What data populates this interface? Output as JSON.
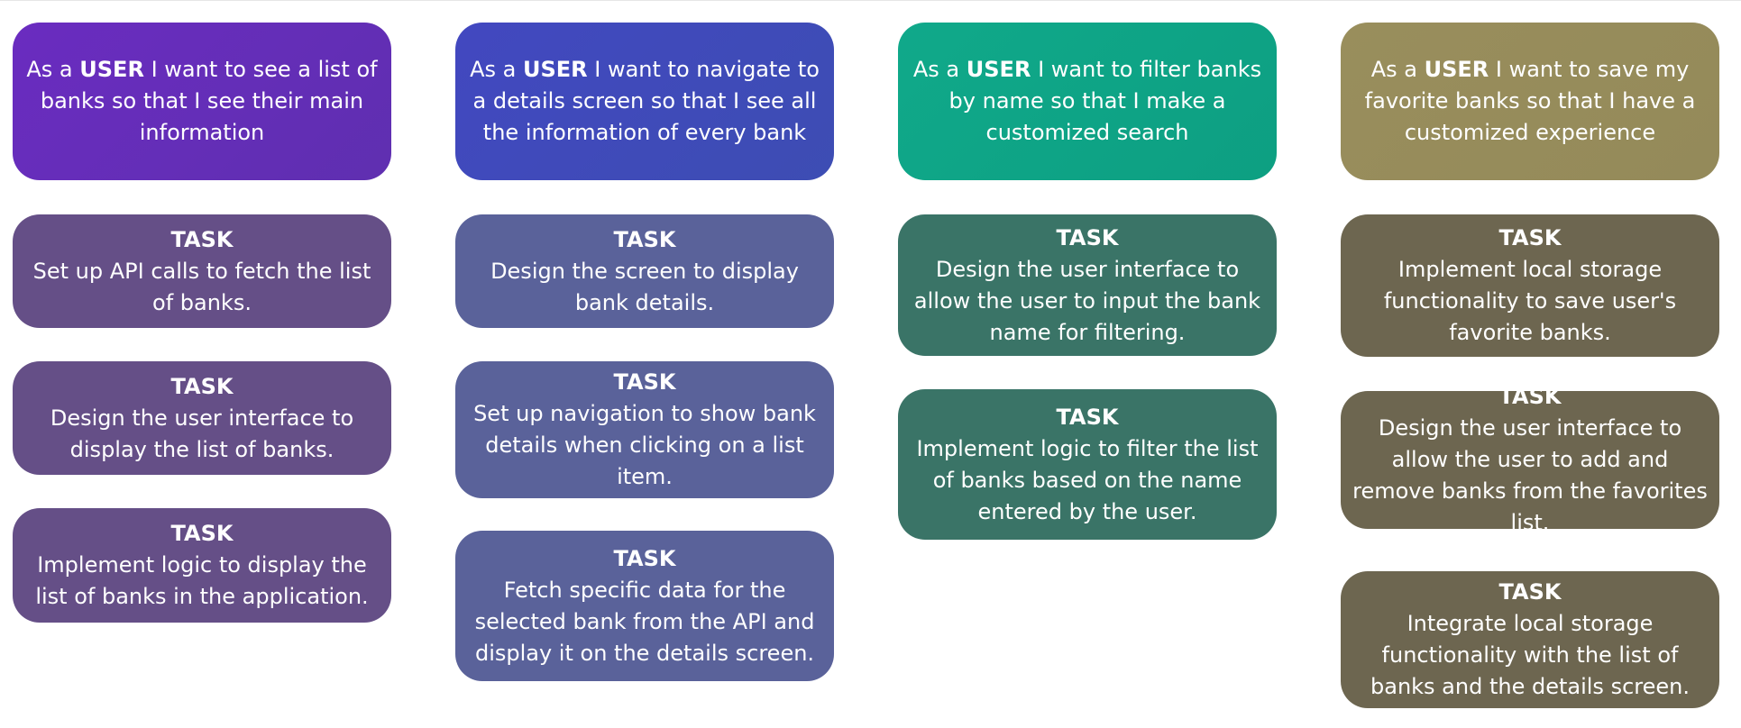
{
  "columns": [
    {
      "story": {
        "prefix": "As a",
        "role": "USER",
        "text": "I want to see a list of banks so that I see their main information"
      },
      "tasks": [
        {
          "title": "TASK",
          "text": "Set up API calls to fetch the list of banks."
        },
        {
          "title": "TASK",
          "text": "Design the user interface to display the list of banks."
        },
        {
          "title": "TASK",
          "text": "Implement logic to display the list of banks in the application."
        }
      ]
    },
    {
      "story": {
        "prefix": "As a",
        "role": "USER",
        "text": "I want to navigate to a details screen so that I see all the information of every bank"
      },
      "tasks": [
        {
          "title": "TASK",
          "text": "Design the screen to display bank details."
        },
        {
          "title": "TASK",
          "text": "Set up navigation to show bank details when clicking on a list item."
        },
        {
          "title": "TASK",
          "text": "Fetch specific data for the selected bank from the API and display it on the details screen."
        }
      ]
    },
    {
      "story": {
        "prefix": "As a",
        "role": "USER",
        "text": "I want to filter banks by name so that I make a customized search"
      },
      "tasks": [
        {
          "title": "TASK",
          "text": "Design the user interface to allow the user to input the bank name for filtering."
        },
        {
          "title": "TASK",
          "text": "Implement logic to filter the list of banks based on the name entered by the user."
        }
      ]
    },
    {
      "story": {
        "prefix": "As a",
        "role": "USER",
        "text": "I want to save my favorite banks so that I have a customized experience"
      },
      "tasks": [
        {
          "title": "TASK",
          "text": "Implement local storage functionality to save user's favorite banks."
        },
        {
          "title": "TASK",
          "text": "Design the user interface to allow the user to add and remove banks from the favorites list."
        },
        {
          "title": "TASK",
          "text": "Integrate local storage functionality with the list of banks and the details screen."
        }
      ]
    }
  ],
  "colors": {
    "story_1": [
      "#6a2cc0",
      "#5f2fb0"
    ],
    "story_2": [
      "#4248c0",
      "#3d4db3"
    ],
    "story_3": [
      "#10a98a",
      "#0d9f82"
    ],
    "story_4": [
      "#998e5c",
      "#948a5a"
    ],
    "task_1": "#654f87",
    "task_2": "#5a629a",
    "task_3": "#3a7467",
    "task_4": "#6d6650"
  }
}
